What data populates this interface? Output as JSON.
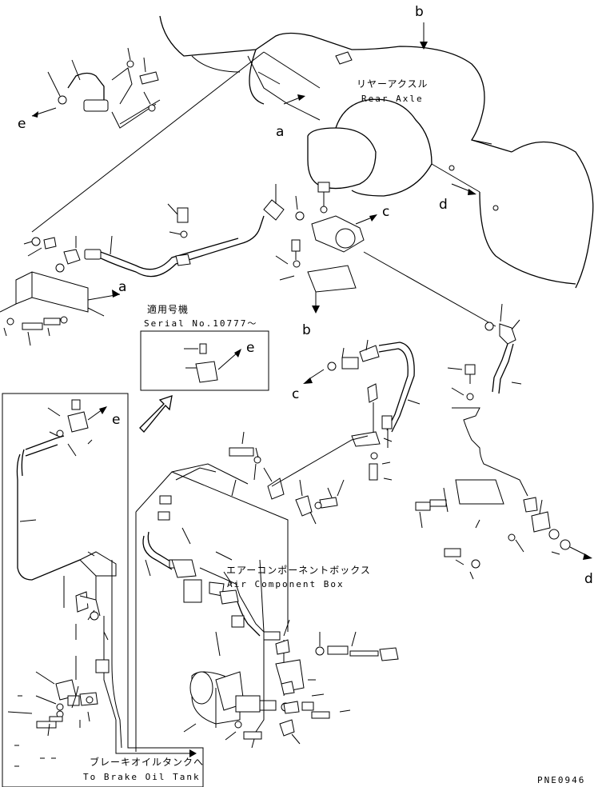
{
  "callouts": {
    "a_top": "a",
    "a_left": "a",
    "b_top": "b",
    "b_mid": "b",
    "c_right": "c",
    "c_mid": "c",
    "d_right": "d",
    "d_bottom": "d",
    "e_topleft": "e",
    "e_inset": "e",
    "e_left": "e"
  },
  "labels": {
    "rear_axle_jp": "リヤーアクスル",
    "rear_axle_en": "Rear Axle",
    "serial_jp": "適用号機",
    "serial_en": "Serial No.10777～",
    "air_box_jp": "エアーコンポーネントボックス",
    "air_box_en": "Air Component Box",
    "brake_tank_jp": "ブレーキオイルタンクへ",
    "brake_tank_en": "To Brake Oil Tank",
    "drawing_no": "PNE0946"
  }
}
